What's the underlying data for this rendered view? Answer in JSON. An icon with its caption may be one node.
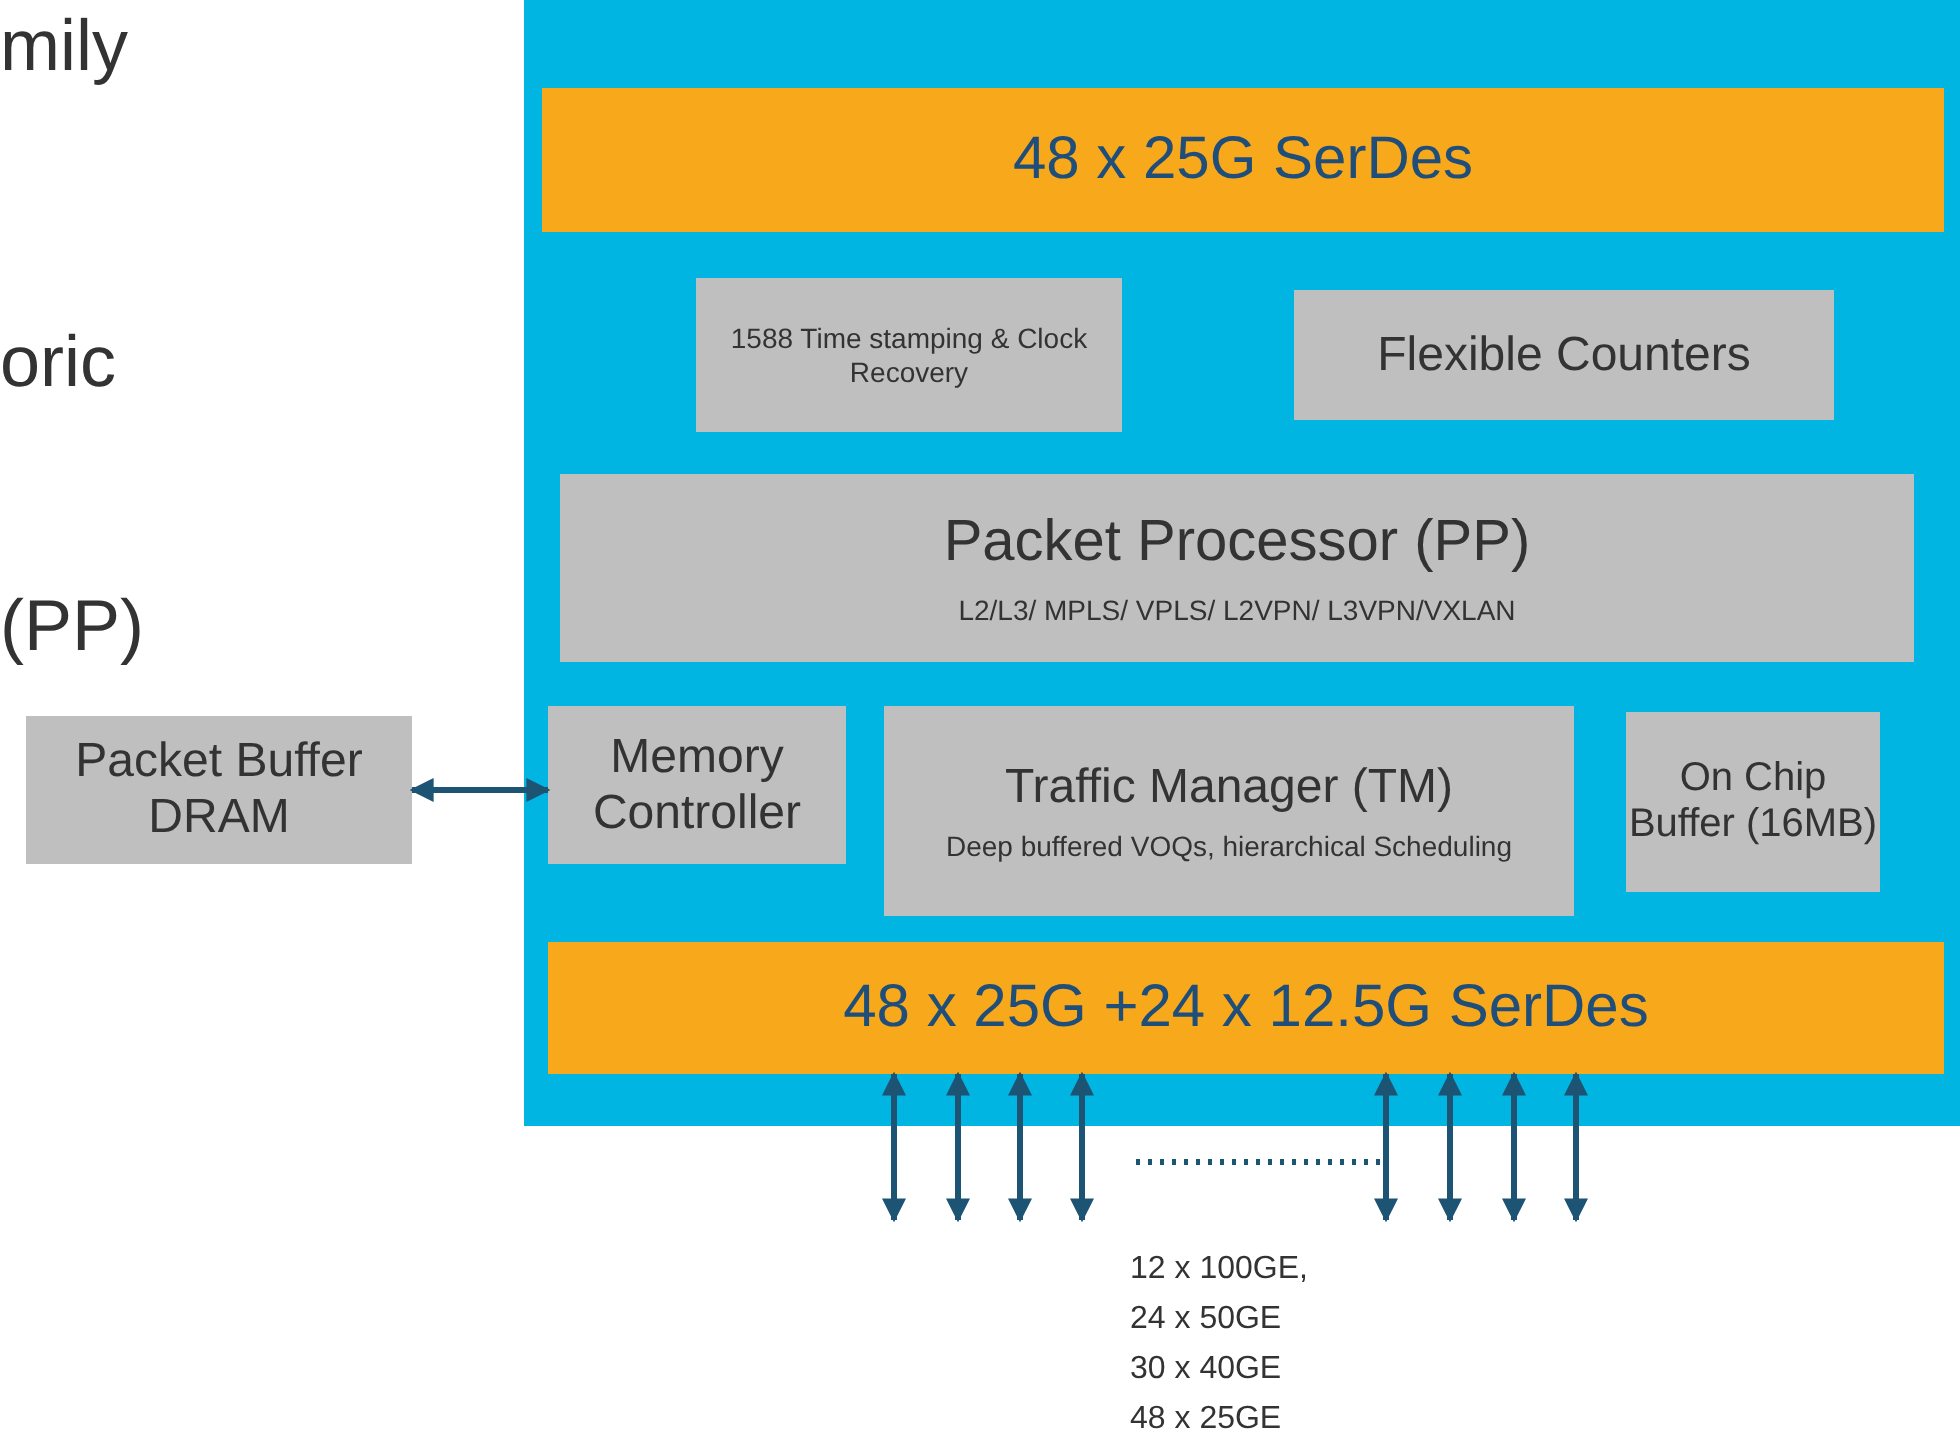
{
  "diagram": {
    "nodes": [
      {
        "text": [],
        "shape": "box"
      },
      {
        "text": [
          "48 x 25G SerDes"
        ],
        "in": 0
      },
      {
        "text": [
          "1588 Time stamping & Clock Recovery"
        ],
        "in": 0
      },
      {
        "text": [
          "Flexible Counters"
        ],
        "in": 0
      },
      {
        "text": [
          "Packet Processor (PP)",
          "L2/L3/ MPLS/ VPLS/ L2VPN/ L3VPN/VXLAN"
        ],
        "in": 0
      },
      {
        "text": [
          "Memory Controller"
        ],
        "in": 0
      },
      {
        "text": [
          "Traffic Manager (TM)",
          "Deep buffered VOQs, hierarchical Scheduling"
        ],
        "in": 0
      },
      {
        "text": [
          "On Chip Buffer (16MB)"
        ],
        "in": 0
      },
      {
        "text": [
          "48 x 25G +24 x 12.5G SerDes"
        ],
        "in": 0
      },
      {
        "text": [
          "Packet Buffer DRAM"
        ]
      }
    ],
    "edges": [
      {
        "from": 9,
        "to": 5,
        "arrow": "both"
      },
      {
        "from": 8,
        "to": null,
        "arrow": "both"
      },
      {
        "from": 8,
        "to": null,
        "arrow": "both"
      },
      {
        "from": 8,
        "to": null,
        "arrow": "both"
      },
      {
        "from": 8,
        "to": null,
        "arrow": "both"
      },
      {
        "from": 8,
        "to": null,
        "arrow": "both"
      },
      {
        "from": 8,
        "to": null,
        "arrow": "both"
      },
      {
        "from": 8,
        "to": null,
        "arrow": "both"
      },
      {
        "from": 8,
        "to": null,
        "arrow": "both"
      }
    ],
    "labels": [
      "mily",
      "oric",
      "(PP)",
      "12 x 100GE,",
      "24 x 50GE",
      "30 x 40GE",
      "48 x 25GE"
    ]
  }
}
